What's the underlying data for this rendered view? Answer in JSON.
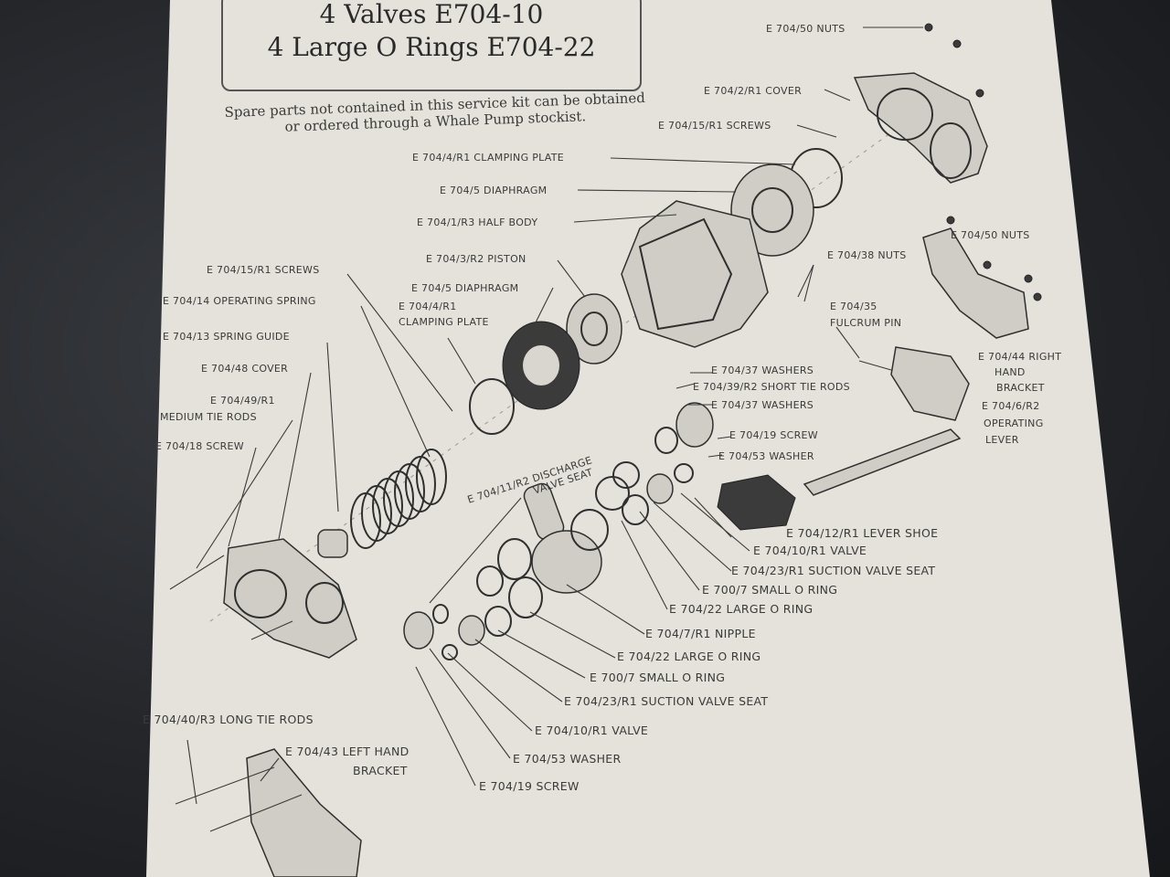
{
  "header": {
    "line1": "4 Valves E704-10",
    "line2": "4 Large O Rings E704-22"
  },
  "note": {
    "line1": "Spare parts not contained in this service kit can be obtained",
    "line2": "or ordered through a Whale Pump stockist."
  },
  "labels": {
    "nuts_top": "E 704/50 NUTS",
    "cover_r1": "E 704/2/R1 COVER",
    "screws_top": "E 704/15/R1 SCREWS",
    "clamping_plate_top": "E 704/4/R1 CLAMPING PLATE",
    "diaphragm_top": "E 704/5 DIAPHRAGM",
    "half_body": "E 704/1/R3 HALF BODY",
    "piston": "E 704/3/R2 PISTON",
    "diaphragm_mid": "E 704/5 DIAPHRAGM",
    "clamping_plate_mid_1": "E 704/4/R1",
    "clamping_plate_mid_2": "CLAMPING PLATE",
    "nuts_right": "E 704/50 NUTS",
    "nuts_38": "E 704/38 NUTS",
    "fulcrum_1": "E 704/35",
    "fulcrum_2": "FULCRUM PIN",
    "screws_left": "E 704/15/R1 SCREWS",
    "operating_spring": "E 704/14 OPERATING SPRING",
    "spring_guide": "E 704/13 SPRING GUIDE",
    "cover_48": "E 704/48 COVER",
    "medium_tie_rods_1": "E 704/49/R1",
    "medium_tie_rods_2": "MEDIUM TIE RODS",
    "screw_18": "E 704/18 SCREW",
    "washers_37_a": "E 704/37 WASHERS",
    "short_tie_rods": "E 704/39/R2 SHORT TIE RODS",
    "washers_37_b": "E 704/37 WASHERS",
    "right_hand_1": "E 704/44 RIGHT",
    "right_hand_2": "HAND",
    "right_hand_3": "BRACKET",
    "operating_lever_1": "E 704/6/R2",
    "operating_lever_2": "OPERATING",
    "operating_lever_3": "LEVER",
    "screw_19_right": "E 704/19 SCREW",
    "washer_53_right": "E 704/53 WASHER",
    "discharge_seat_1": "E 704/11/R2 DISCHARGE",
    "discharge_seat_2": "VALVE SEAT",
    "lever_shoe": "E 704/12/R1 LEVER SHOE",
    "valve_right": "E 704/10/R1 VALVE",
    "suction_seat_right": "E 704/23/R1 SUCTION VALVE SEAT",
    "small_o_ring_right": "E 700/7 SMALL O RING",
    "large_o_ring_right": "E 704/22 LARGE O RING",
    "nipple": "E 704/7/R1 NIPPLE",
    "large_o_ring_left": "E 704/22 LARGE O RING",
    "small_o_ring_left": "E 700/7 SMALL O RING",
    "suction_seat_left": "E 704/23/R1 SUCTION VALVE SEAT",
    "valve_left": "E 704/10/R1 VALVE",
    "washer_53_left": "E 704/53 WASHER",
    "screw_19_left": "E 704/19 SCREW",
    "long_tie_rods": "E 704/40/R3 LONG TIE RODS",
    "left_hand_1": "E 704/43 LEFT HAND",
    "left_hand_2": "BRACKET"
  }
}
